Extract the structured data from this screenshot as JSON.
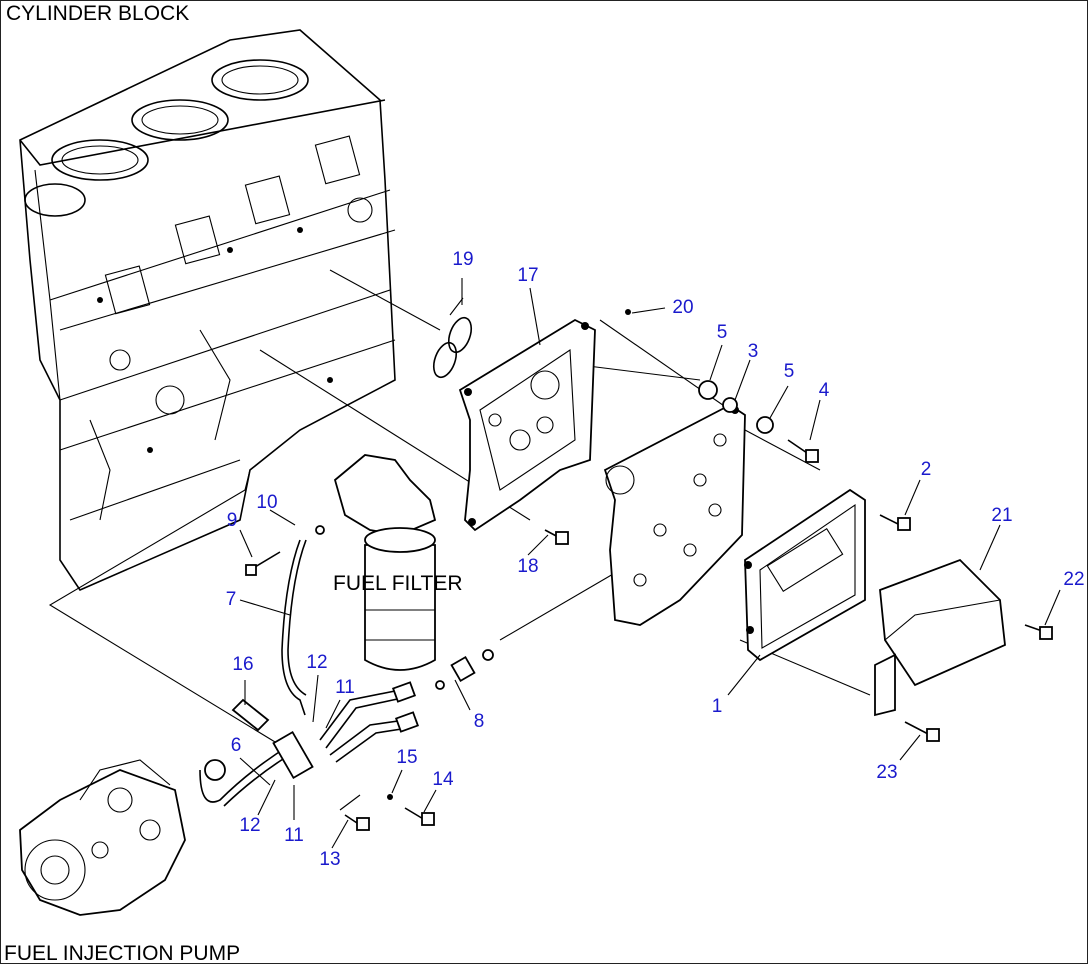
{
  "labels": {
    "cylinder_block": "CYLINDER BLOCK",
    "fuel_filter": "FUEL FILTER",
    "fuel_injection_pump": "FUEL INJECTION PUMP"
  },
  "callouts": [
    {
      "id": "c1",
      "text": "1"
    },
    {
      "id": "c2",
      "text": "2"
    },
    {
      "id": "c3",
      "text": "3"
    },
    {
      "id": "c4",
      "text": "4"
    },
    {
      "id": "c5a",
      "text": "5"
    },
    {
      "id": "c5b",
      "text": "5"
    },
    {
      "id": "c6",
      "text": "6"
    },
    {
      "id": "c7",
      "text": "7"
    },
    {
      "id": "c8",
      "text": "8"
    },
    {
      "id": "c9",
      "text": "9"
    },
    {
      "id": "c10",
      "text": "10"
    },
    {
      "id": "c11a",
      "text": "11"
    },
    {
      "id": "c11b",
      "text": "11"
    },
    {
      "id": "c12a",
      "text": "12"
    },
    {
      "id": "c12b",
      "text": "12"
    },
    {
      "id": "c13",
      "text": "13"
    },
    {
      "id": "c14",
      "text": "14"
    },
    {
      "id": "c15",
      "text": "15"
    },
    {
      "id": "c16",
      "text": "16"
    },
    {
      "id": "c17",
      "text": "17"
    },
    {
      "id": "c18",
      "text": "18"
    },
    {
      "id": "c19",
      "text": "19"
    },
    {
      "id": "c20",
      "text": "20"
    },
    {
      "id": "c21",
      "text": "21"
    },
    {
      "id": "c22",
      "text": "22"
    },
    {
      "id": "c23",
      "text": "23"
    }
  ],
  "colors": {
    "callout": "#1a1acc",
    "line": "#000000",
    "background": "#ffffff"
  }
}
